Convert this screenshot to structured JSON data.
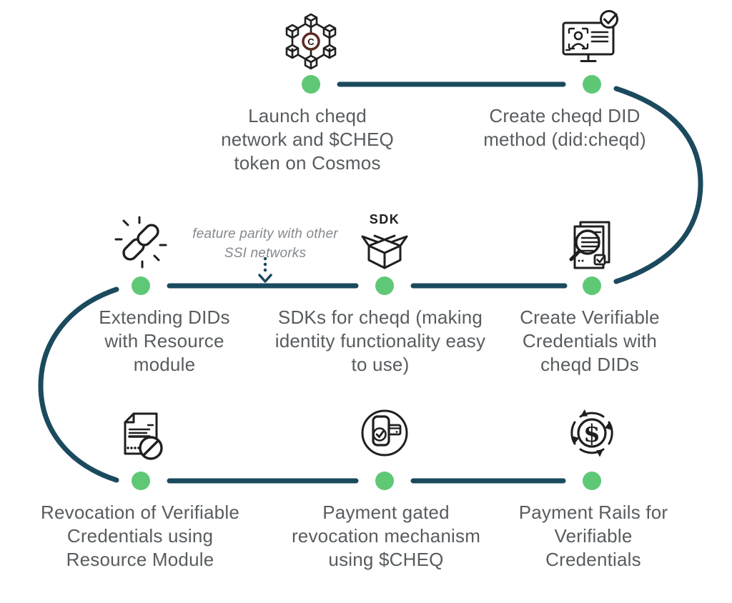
{
  "colors": {
    "line": "#1b4a5e",
    "dot": "#5fc876",
    "text": "#585c5f",
    "annotation_text": "#85898d",
    "icon_stroke": "#1f1f1f",
    "token_ring": "#5a2b23"
  },
  "annotation": {
    "text": "feature parity with other SSI networks"
  },
  "milestones": [
    {
      "id": 1,
      "icon": "blockchain-network-icon",
      "label": "Launch cheqd network and $CHEQ token on Cosmos"
    },
    {
      "id": 2,
      "icon": "monitor-id-check-icon",
      "label": "Create cheqd DID method (did:cheqd)"
    },
    {
      "id": 3,
      "icon": "document-magnifier-icon",
      "label": "Create Verifiable Credentials with cheqd DIDs"
    },
    {
      "id": 4,
      "icon": "sdk-box-icon",
      "label": "SDKs for cheqd (making identity functionality easy to use)"
    },
    {
      "id": 5,
      "icon": "chain-link-icon",
      "label": "Extending DIDs with Resource module"
    },
    {
      "id": 6,
      "icon": "document-revoked-icon",
      "label": "Revocation of Verifiable Credentials using Resource Module"
    },
    {
      "id": 7,
      "icon": "payment-check-icon",
      "label": "Payment gated revocation mechanism using $CHEQ"
    },
    {
      "id": 8,
      "icon": "dollar-cycle-icon",
      "label": "Payment Rails for Verifiable Credentials"
    }
  ],
  "icon_labels": {
    "sdk": "SDK",
    "token": "C",
    "dollar": "$"
  }
}
